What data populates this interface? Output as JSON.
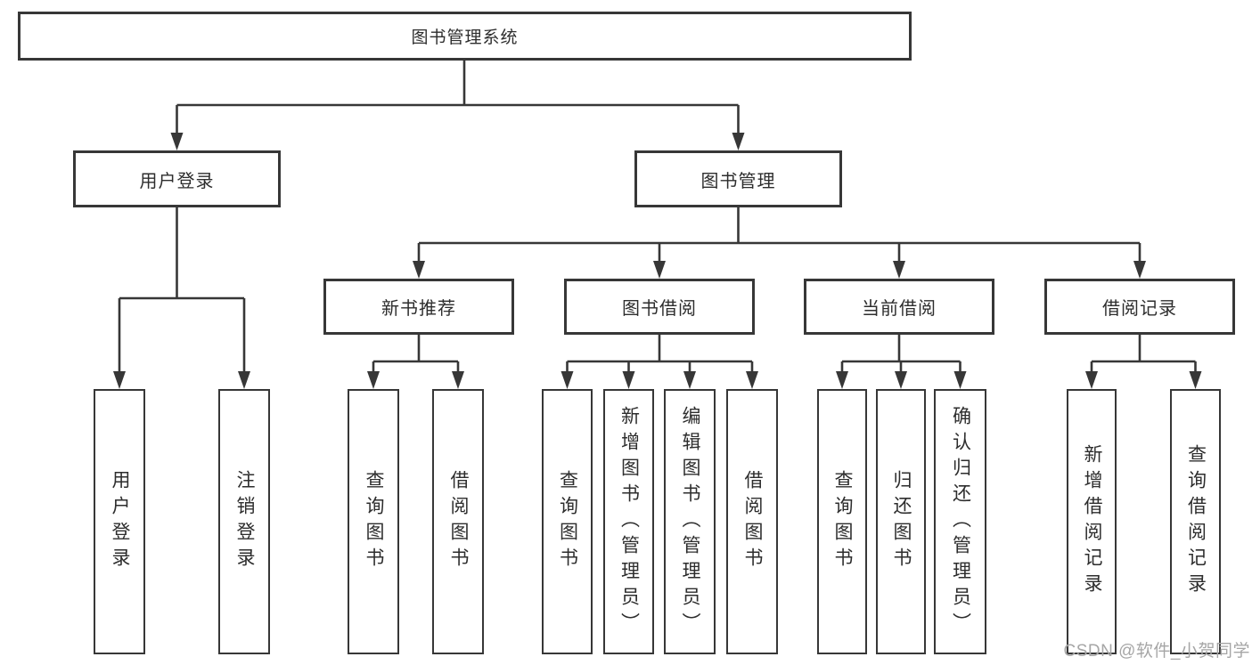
{
  "tree": {
    "root": "图书管理系统",
    "children": [
      {
        "label": "用户登录",
        "children": [
          "用户登录",
          "注销登录"
        ]
      },
      {
        "label": "图书管理",
        "children": [
          {
            "label": "新书推荐",
            "children": [
              "查询图书",
              "借阅图书"
            ]
          },
          {
            "label": "图书借阅",
            "children": [
              "查询图书",
              "新增图书（管理员）",
              "编辑图书（管理员）",
              "借阅图书"
            ]
          },
          {
            "label": "当前借阅",
            "children": [
              "查询图书",
              "归还图书",
              "确认归还（管理员）"
            ]
          },
          {
            "label": "借阅记录",
            "children": [
              "新增借阅记录",
              "查询借阅记录"
            ]
          }
        ]
      }
    ]
  },
  "watermark": {
    "text": "CSDN @软件_小贺同学",
    "color": "#a6a6a6"
  },
  "colors": {
    "line": "#373737",
    "box_border": "#373737",
    "text": "#2d2d2d",
    "background": "#ffffff"
  }
}
